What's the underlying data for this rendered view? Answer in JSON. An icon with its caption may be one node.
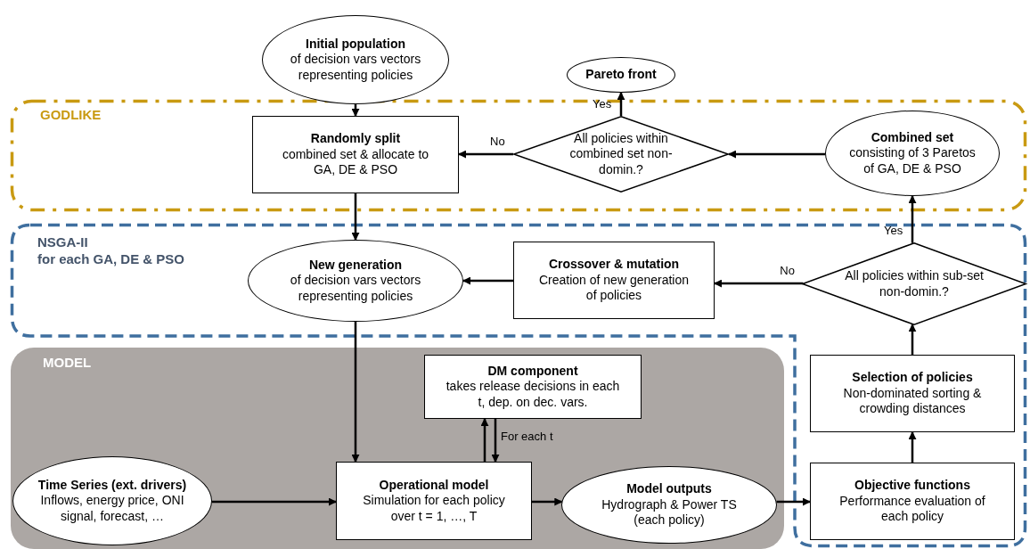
{
  "diagram": {
    "nodes": [
      {
        "text": [
          "GODLIKE"
        ]
      },
      {
        "text": [
          "Initial population",
          "of decision vars vectors representing policies"
        ]
      },
      {
        "text": [
          "Pareto front"
        ]
      },
      {
        "text": [
          "Randomly split",
          "combined set & allocate to GA, DE & PSO"
        ],
        "in": 0
      },
      {
        "text": [
          "All policies within combined set non-domin.?"
        ],
        "in": 0
      },
      {
        "text": [
          "Combined set",
          "consisting of 3 Paretos of GA, DE & PSO"
        ],
        "in": 0
      },
      {
        "text": [
          "NSGA-II",
          "for each GA, DE & PSO"
        ]
      },
      {
        "text": [
          "New generation",
          "of decision vars vectors representing policies"
        ],
        "in": 6
      },
      {
        "text": [
          "Crossover & mutation",
          "Creation of new generation of policies"
        ],
        "in": 6
      },
      {
        "text": [
          "All policies within sub-set non-domin.?"
        ],
        "in": 6
      },
      {
        "text": [
          "MODEL"
        ]
      },
      {
        "text": [
          "DM component",
          "takes release decisions in each t, dep. on dec. vars."
        ],
        "in": 10
      },
      {
        "text": [
          "Time Series (ext. drivers)",
          "Inflows, energy price, ONI signal, forecast, …"
        ],
        "in": 10
      },
      {
        "text": [
          "Operational model",
          "Simulation for each policy over t = 1, …, T"
        ],
        "in": 10
      },
      {
        "text": [
          "Model outputs",
          "Hydrograph & Power TS (each policy)"
        ],
        "in": 10
      },
      {
        "text": [
          "Selection of policies",
          "Non-dominated sorting & crowding distances"
        ],
        "in": 6
      },
      {
        "text": [
          "Objective functions",
          "Performance evaluation of each policy"
        ],
        "in": 6
      }
    ],
    "edges": [
      {
        "from": 1,
        "to": 3,
        "arrow": "to"
      },
      {
        "from": 4,
        "to": 2,
        "arrow": "to",
        "label": "Yes"
      },
      {
        "from": 4,
        "to": 3,
        "arrow": "to",
        "label": "No"
      },
      {
        "from": 5,
        "to": 4,
        "arrow": "to"
      },
      {
        "from": 3,
        "to": 7,
        "arrow": "to"
      },
      {
        "from": 9,
        "to": 5,
        "arrow": "to",
        "label": "Yes"
      },
      {
        "from": 9,
        "to": 8,
        "arrow": "to",
        "label": "No"
      },
      {
        "from": 8,
        "to": 7,
        "arrow": "to"
      },
      {
        "from": 7,
        "to": 13,
        "arrow": "to"
      },
      {
        "from": 13,
        "to": 11,
        "arrow": "to"
      },
      {
        "from": 11,
        "to": 13,
        "arrow": "to",
        "label": "For each t"
      },
      {
        "from": 12,
        "to": 13,
        "arrow": "to"
      },
      {
        "from": 13,
        "to": 14,
        "arrow": "to"
      },
      {
        "from": 14,
        "to": 16,
        "arrow": "to"
      },
      {
        "from": 16,
        "to": 15,
        "arrow": "to"
      },
      {
        "from": 15,
        "to": 9,
        "arrow": "to"
      }
    ]
  }
}
